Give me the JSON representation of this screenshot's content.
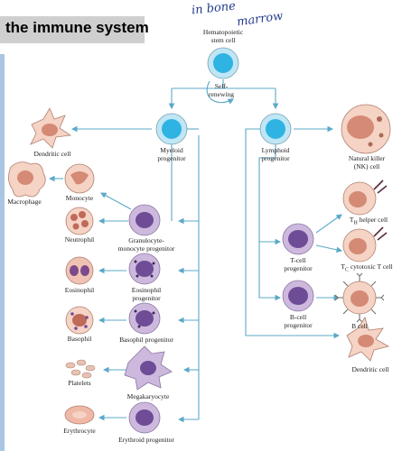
{
  "banner": {
    "title": "the immune system"
  },
  "handwriting": {
    "line1": "in bone",
    "line2": "marrow"
  },
  "nodes": {
    "hsc": "Hematopoietic\nstem cell",
    "self_renewing": "Self-\nrenewing",
    "myeloid": "Myeloid\nprogenitor",
    "lymphoid": "Lymphoid\nprogenitor",
    "nk": "Natural killer\n(NK) cell",
    "dendritic_left": "Dendritic cell",
    "macrophage": "Macrophage",
    "monocyte": "Monocyte",
    "gm_prog": "Granulocyte-\nmonocyte progenitor",
    "neutrophil": "Neutrophil",
    "eosinophil": "Eosinophil",
    "eos_prog": "Eosinophil\nprogenitor",
    "basophil": "Basophil",
    "baso_prog": "Basophil progenitor",
    "platelets": "Platelets",
    "megakaryocyte": "Megakaryocyte",
    "erythrocyte": "Erythrocyte",
    "ery_prog": "Erythroid progenitor",
    "t_prog": "T-cell\nprogenitor",
    "th_main": "T",
    "th_sub": "H",
    "th_rest": " helper cell",
    "tc_main": "T",
    "tc_sub": "C",
    "tc_rest": " cytotoxic T cell",
    "b_prog": "B-cell\nprogenitor",
    "b_cell": "B cell",
    "dendritic_right": "Dendritic cell"
  },
  "colors": {
    "arrow": "#5ba8c8",
    "stem_fill": "#bfe6f5",
    "stem_nucleus": "#2fb3e3",
    "purple_fill": "#cdb9dd",
    "purple_nucleus": "#6f4c96",
    "salmon_fill": "#f5d3c5",
    "salmon_nucleus": "#d48a74"
  }
}
